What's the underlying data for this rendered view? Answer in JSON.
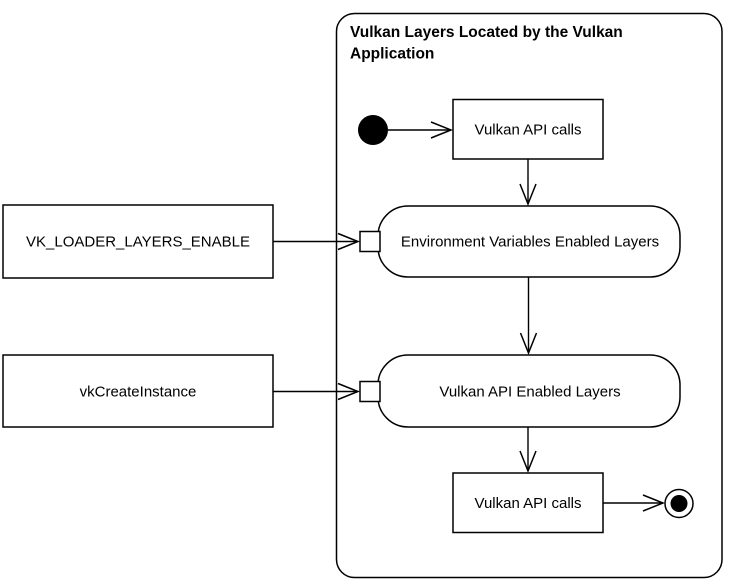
{
  "diagram": {
    "title_lines": [
      "Vulkan Layers Located by the Vulkan",
      "Application"
    ],
    "nodes": {
      "api_calls_top": "Vulkan API calls",
      "env_layers": "Environment Variables Enabled Layers",
      "api_enabled_layers": "Vulkan API Enabled Layers",
      "api_calls_bottom": "Vulkan API calls"
    },
    "external_inputs": {
      "env_var_label": "VK_LOADER_LAYERS_ENABLE",
      "api_call_label": "vkCreateInstance"
    },
    "colors": {
      "stroke": "#000000",
      "fill": "#ffffff",
      "text": "#000000"
    }
  }
}
